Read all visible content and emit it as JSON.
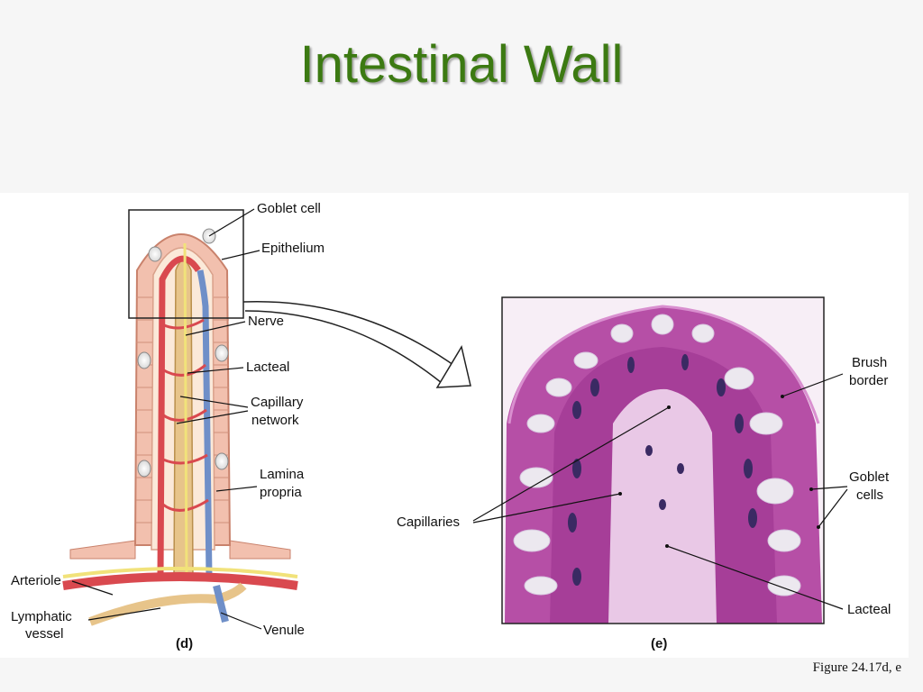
{
  "slide": {
    "title": "Intestinal Wall",
    "caption": "Figure 24.17d, e"
  },
  "panel_d": {
    "letter": "(d)",
    "labels": {
      "goblet_cell": "Goblet cell",
      "epithelium": "Epithelium",
      "nerve": "Nerve",
      "lacteal": "Lacteal",
      "capillary_network_1": "Capillary",
      "capillary_network_2": "network",
      "lamina_propria_1": "Lamina",
      "lamina_propria_2": "propria",
      "arteriole": "Arteriole",
      "lymphatic_vessel_1": "Lymphatic",
      "lymphatic_vessel_2": "vessel",
      "venule": "Venule"
    }
  },
  "panel_e": {
    "letter": "(e)",
    "labels": {
      "brush_border_1": "Brush",
      "brush_border_2": "border",
      "goblet_cells_1": "Goblet",
      "goblet_cells_2": "cells",
      "capillaries": "Capillaries",
      "lacteal": "Lacteal"
    }
  },
  "colors": {
    "title": "#3c7a12",
    "epithelium": "#f2c0ae",
    "artery": "#d9494f",
    "vein": "#6f8fc8",
    "lacteal": "#e7c48a",
    "nerve": "#f1e27a",
    "tissue": "#b64fa6"
  }
}
